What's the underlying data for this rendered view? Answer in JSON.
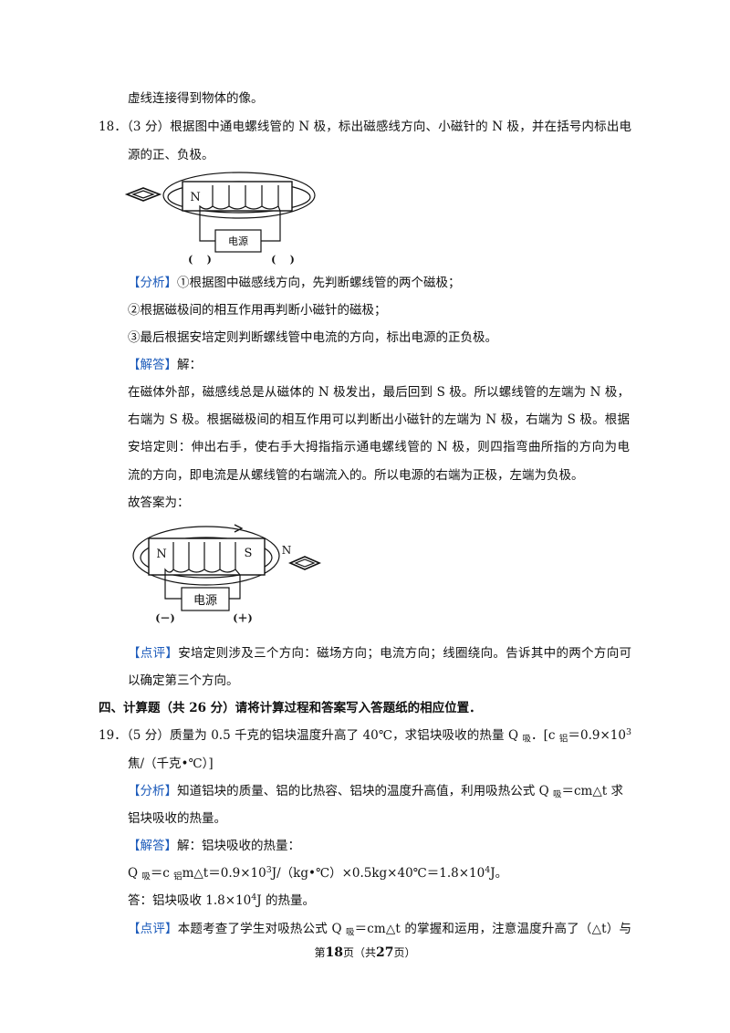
{
  "prev_tail": "虚线连接得到物体的像。",
  "q18": {
    "number": "18．",
    "stem_line1": "（3 分）根据图中通电螺线管的 N 极，标出磁感线方向、小磁针的 N 极，并在括号内标出电",
    "stem_line2": "源的正、负极。",
    "figure": {
      "n_label": "N",
      "power_label": "电源",
      "left_bracket": "(    )",
      "right_bracket": "(    )"
    },
    "analysis": {
      "tag": "【分析】",
      "lines": [
        "①根据图中磁感线方向，先判断螺线管的两个磁极；",
        "②根据磁极间的相互作用再判断小磁针的磁极；",
        "③最后根据安培定则判断螺线管中电流的方向，标出电源的正负极。"
      ]
    },
    "solution": {
      "tag": "【解答】",
      "intro": "解：",
      "lines": [
        "在磁体外部，磁感线总是从磁体的 N 极发出，最后回到 S 极。所以螺线管的左端为 N 极，",
        "右端为 S 极。根据磁极间的相互作用可以判断出小磁针的左端为 N 极，右端为 S 极。根据",
        "安培定则：伸出右手，使右手大拇指指示通电螺线管的 N 极，则四指弯曲所指的方向为电",
        "流的方向，即电流是从螺线管的右端流入的。所以电源的右端为正极，左端为负极。"
      ],
      "answer_intro": "故答案为："
    },
    "answer_figure": {
      "n_label": "N",
      "s_label": "S",
      "needle_n_label": "N",
      "power_label": "电源",
      "left_sign": "(－)",
      "right_sign": "(＋)"
    },
    "comment": {
      "tag": "【点评】",
      "lines": [
        "安培定则涉及三个方向：磁场方向；电流方向；线圈绕向。告诉其中的两个方向可",
        "以确定第三个方向。"
      ]
    }
  },
  "section4": {
    "title": "四、计算题（共 26 分）请将计算过程和答案写入答题纸的相应位置．"
  },
  "q19": {
    "number": "19．",
    "line1": [
      "（5 分）质量为 0.5 千克的铝块温度升高了 40℃，求铝块吸收的热量 Q ",
      "吸",
      "．[c ",
      "铝",
      "＝0.9×10",
      "3"
    ],
    "line2": "焦/（千克•℃）]",
    "analysis": {
      "tag": "【分析】",
      "line1": [
        "知道铝块的质量、铝的比热容、铝块的温度升高值，利用吸热公式 Q ",
        "吸",
        "＝cm△t 求"
      ],
      "line2": "铝块吸收的热量。"
    },
    "solution": {
      "tag": "【解答】",
      "intro": "解：铝块吸收的热量：",
      "formula": [
        "Q ",
        "吸",
        "＝c ",
        "铝",
        "m△t＝0.9×10",
        "3",
        "J/（kg•℃）×0.5kg×40℃＝1.8×10",
        "4",
        "J。"
      ],
      "answer": [
        "答：铝块吸收 1.8×10",
        "4",
        "J 的热量。"
      ]
    },
    "comment": {
      "tag": "【点评】",
      "line1": [
        "本题考查了学生对吸热公式 Q ",
        "吸",
        "＝cm△t 的掌握和运用，注意温度升高了（△t）与"
      ]
    }
  },
  "footer": {
    "prefix": "第",
    "page": "18",
    "middle": "页（共",
    "total": "27",
    "suffix": "页）"
  }
}
